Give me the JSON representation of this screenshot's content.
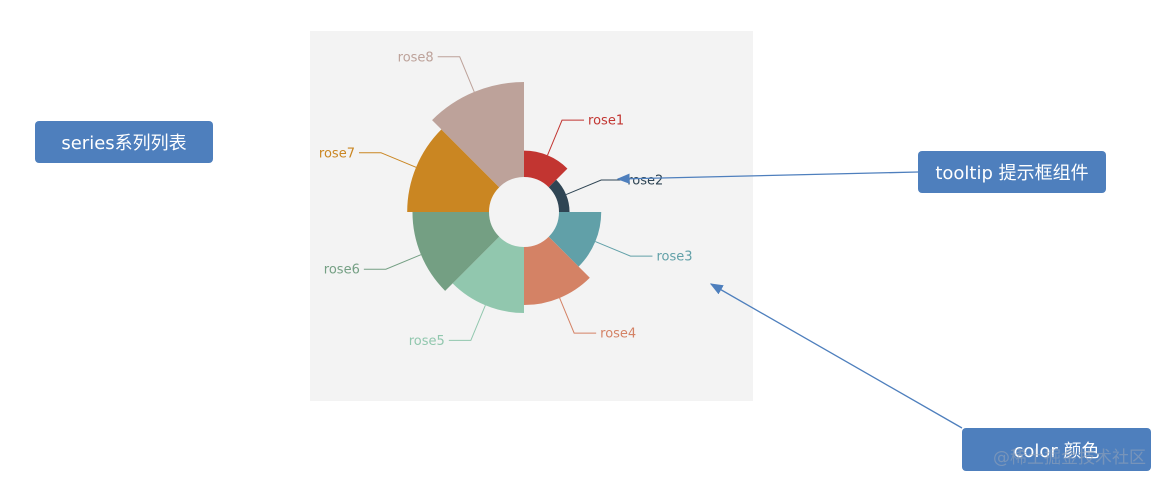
{
  "callouts": {
    "series": "series系列列表",
    "tooltip": "tooltip 提示框组件",
    "color": "color 颜色"
  },
  "watermark": "@稀土掘金技术社区",
  "chart_data": {
    "type": "pie",
    "rose_type": "area",
    "start_angle_deg": 90,
    "inner_radius_fraction": 0.28,
    "categories": [
      "rose1",
      "rose2",
      "rose3",
      "rose4",
      "rose5",
      "rose6",
      "rose7",
      "rose8"
    ],
    "values": [
      20,
      8,
      32,
      44,
      50,
      58,
      62,
      72
    ],
    "colors": [
      "#c23531",
      "#2f4554",
      "#61a0a8",
      "#d48265",
      "#91c7ae",
      "#749f83",
      "#ca8622",
      "#bda29a"
    ],
    "background": "#f3f3f3",
    "accent": "#4e7fbd"
  }
}
